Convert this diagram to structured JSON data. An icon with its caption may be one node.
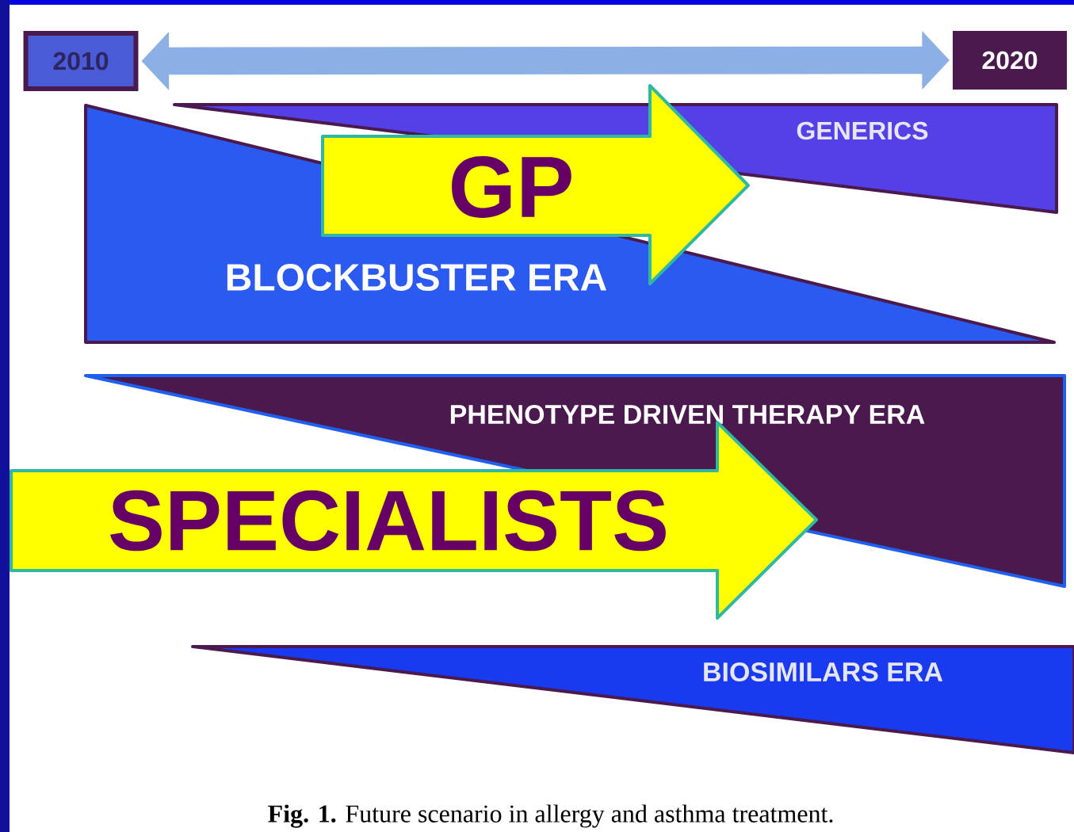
{
  "diagram": {
    "caption": "**Fig. 1.** Future scenario in allergy and asthma treatment.",
    "nodes": [
      {
        "text": [
          "2010"
        ]
      },
      {
        "text": [
          "2020"
        ]
      },
      {
        "text": [
          "GENERICS"
        ]
      },
      {
        "text": [
          "GP"
        ]
      },
      {
        "text": [
          "BLOCKBUSTER ERA"
        ]
      },
      {
        "text": [
          "PHENOTYPE DRIVEN THERAPY ERA"
        ]
      },
      {
        "text": [
          "SPECIALISTS"
        ]
      },
      {
        "text": [
          "BIOSIMILARS ERA"
        ]
      }
    ],
    "edges": [
      {
        "from": 0,
        "to": 1,
        "arrow": "both"
      }
    ]
  }
}
